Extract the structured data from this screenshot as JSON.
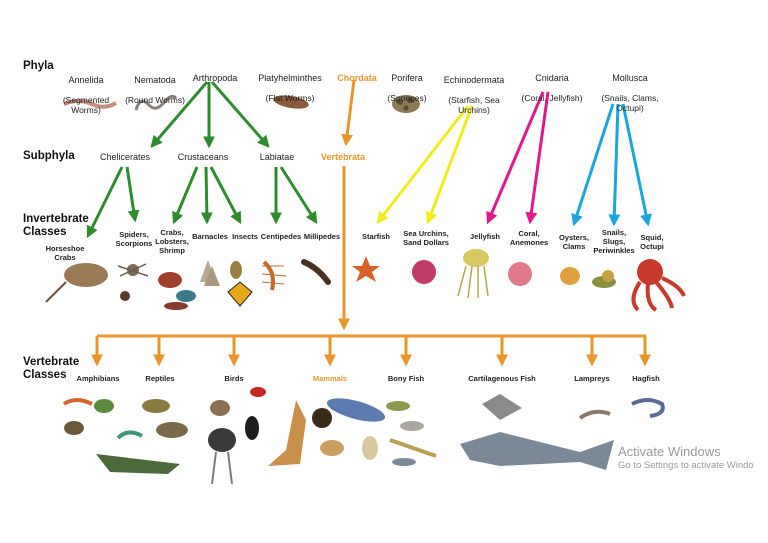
{
  "row_headings": {
    "phyla": "Phyla",
    "subphyla": "Subphyla",
    "invertebrate_classes": "Invertebrate\nClasses",
    "vertebrate_classes": "Vertebrate\nClasses"
  },
  "phyla": [
    {
      "name": "Annelida",
      "common": "(Segmented\nWorms)"
    },
    {
      "name": "Nematoda",
      "common": "(Round Worms)"
    },
    {
      "name": "Arthropoda",
      "common": ""
    },
    {
      "name": "Platyhelminthes",
      "common": "(Flat Worms)"
    },
    {
      "name": "Chordata",
      "common": ""
    },
    {
      "name": "Porifera",
      "common": "(Sponges)"
    },
    {
      "name": "Echinodermata",
      "common": "(Starfish, Sea\nUrchins)"
    },
    {
      "name": "Cnidaria",
      "common": "(Coral, Jellyfish)"
    },
    {
      "name": "Mollusca",
      "common": "(Snails, Clams,\nOctupi)"
    }
  ],
  "subphyla": [
    "Chelicerates",
    "Crustaceans",
    "Labiatae",
    "Vertebrata"
  ],
  "invertebrate_classes": [
    "Horseshoe\nCrabs",
    "Spiders,\nScorpions",
    "Crabs,\nLobsters,\nShrimp",
    "Barnacles",
    "Insects",
    "Centipedes",
    "Millipedes",
    "Starfish",
    "Sea Urchins,\nSand Dollars",
    "Jellyfish",
    "Coral,\nAnemones",
    "Oysters,\nClams",
    "Snails,\nSlugs,\nPeriwinkles",
    "Squid,\nOctupi"
  ],
  "vertebrate_classes": [
    "Amphibians",
    "Reptiles",
    "Birds",
    "Mammals",
    "Bony Fish",
    "Cartilagenous Fish",
    "Lampreys",
    "Hagfish"
  ],
  "colors": {
    "arthropoda": "#2e8b2e",
    "chordata": "#e8962a",
    "echinodermata": "#f0ec1c",
    "cnidaria": "#e01a8c",
    "mollusca": "#1aa6e0"
  },
  "watermark": {
    "line1": "Activate Windows",
    "line2": "Go to Settings to activate Windo"
  }
}
